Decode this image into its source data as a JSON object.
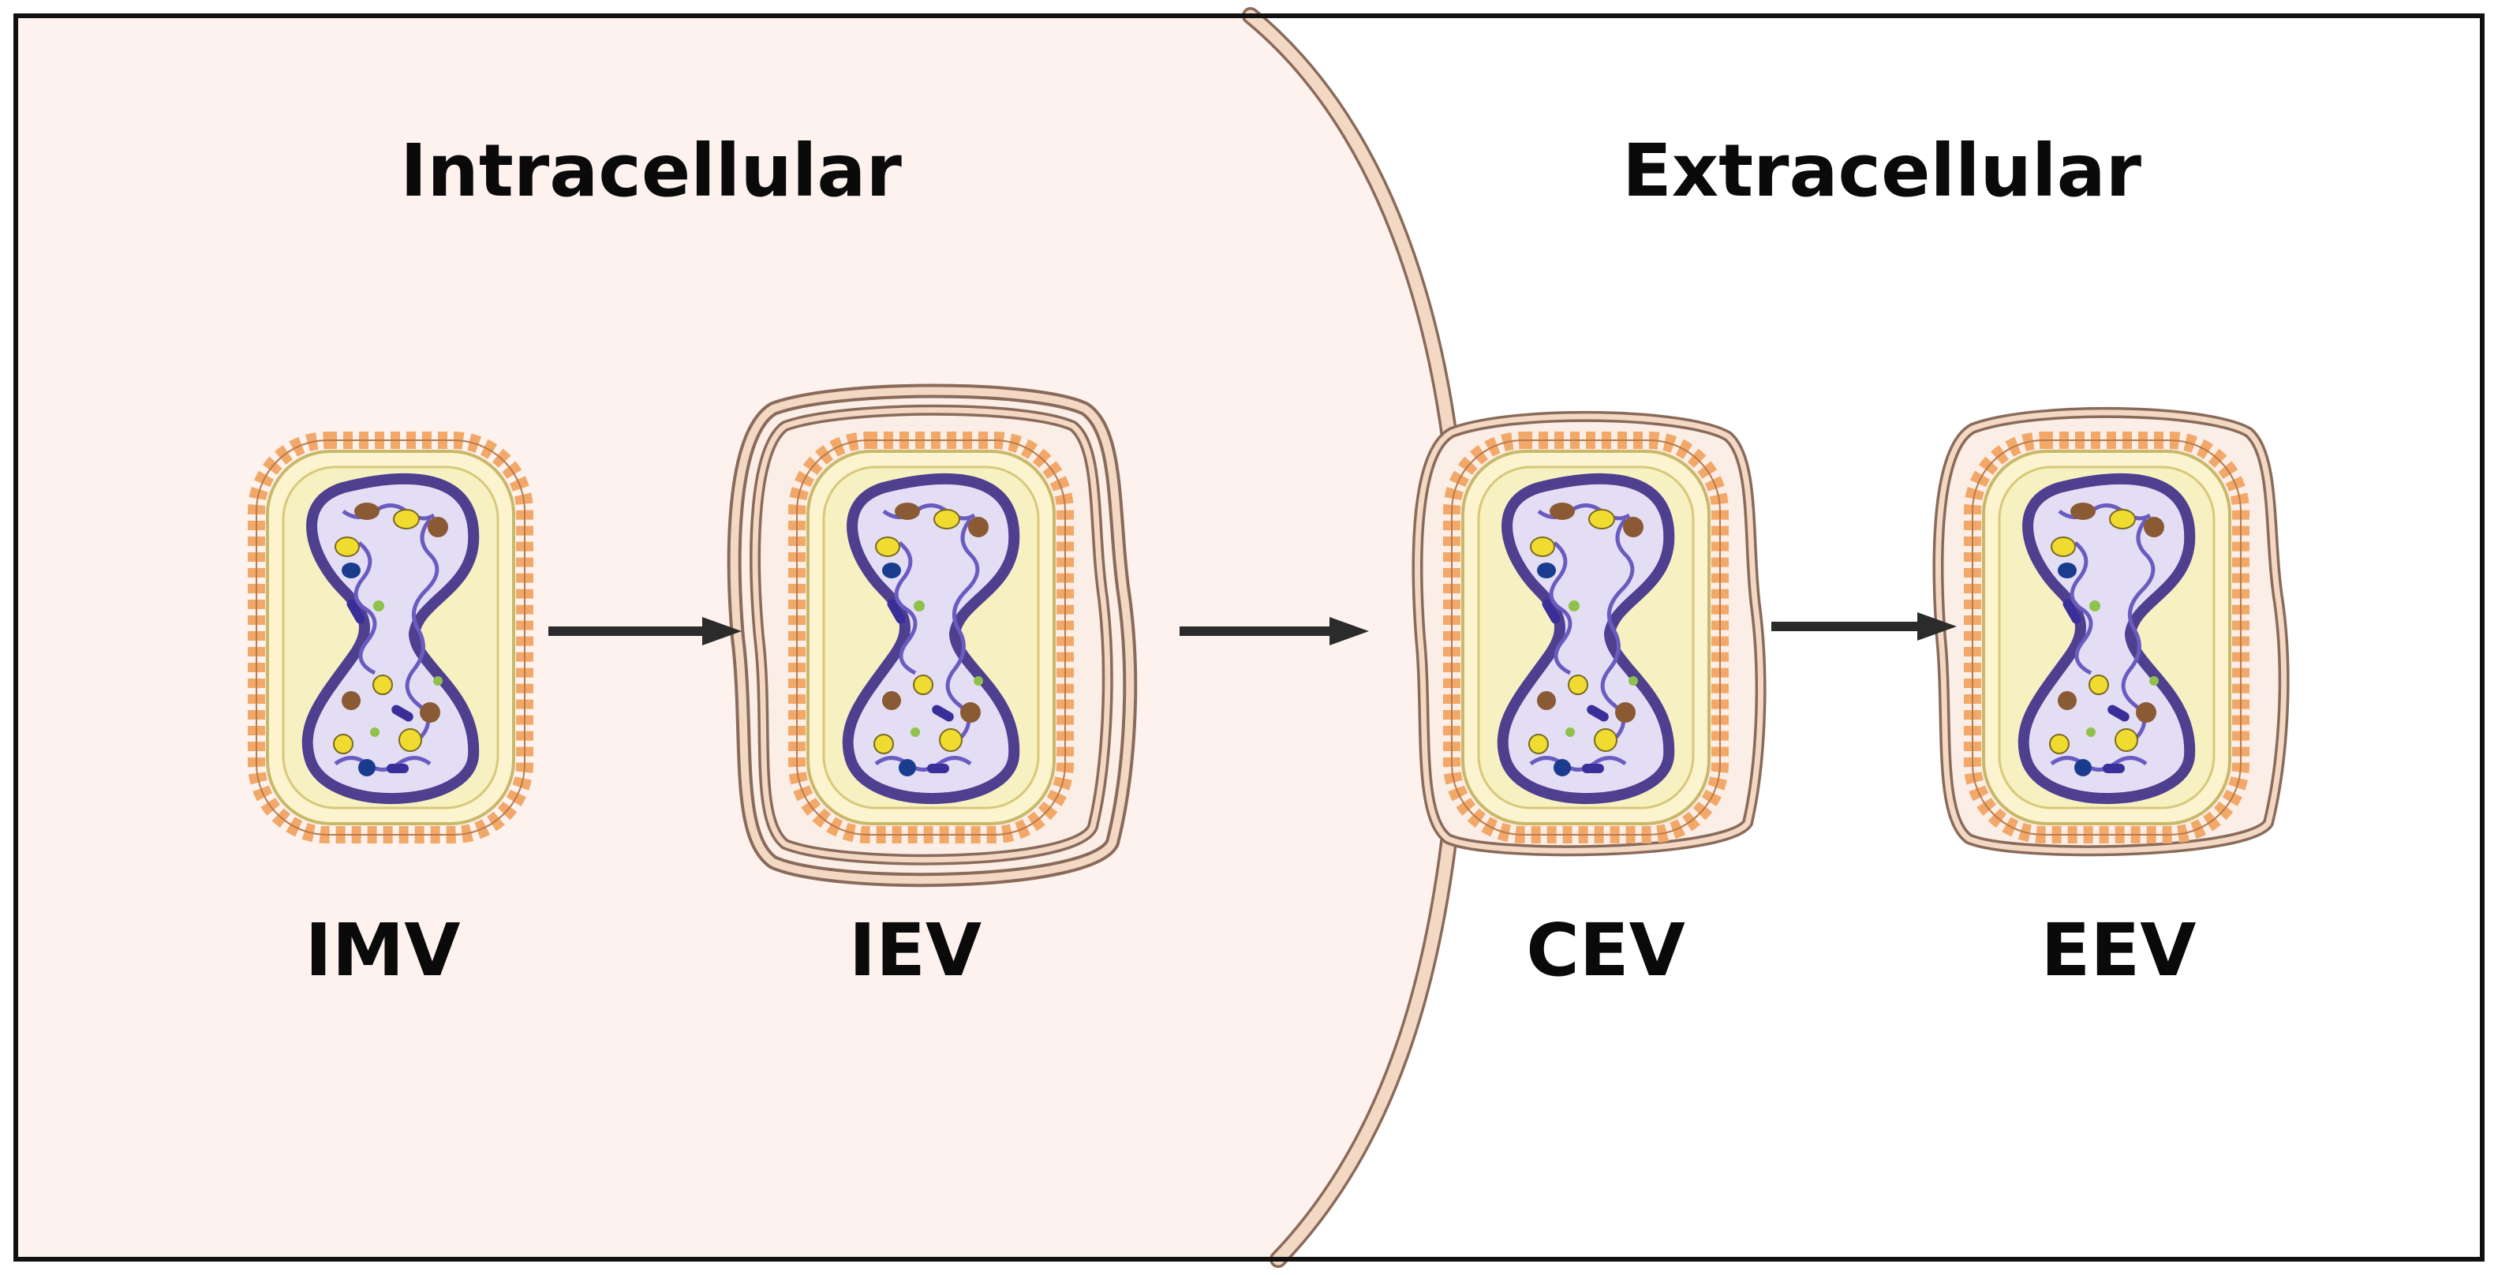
{
  "regions": {
    "intracellular": "Intracellular",
    "extracellular": "Extracellular"
  },
  "virions": [
    {
      "label": "IMV",
      "outer_envelopes": 0
    },
    {
      "label": "IEV",
      "outer_envelopes": 2
    },
    {
      "label": "CEV",
      "outer_envelopes": 1
    },
    {
      "label": "EEV",
      "outer_envelopes": 1
    }
  ],
  "colors": {
    "cytoplasm": "#fdf2ee",
    "cell_membrane": "#f3d9c4",
    "membrane_outline": "#8a6a5a",
    "envelope_fill": "#fbeee6",
    "spike": "#f2a868",
    "core_wall": "#f8f3c8",
    "nucleoid": "#e4def5",
    "nucleoid_edge": "#4e3f8f",
    "dna": "#6a5bc0",
    "arrow": "#2b2b2b",
    "frame": "#111111"
  }
}
